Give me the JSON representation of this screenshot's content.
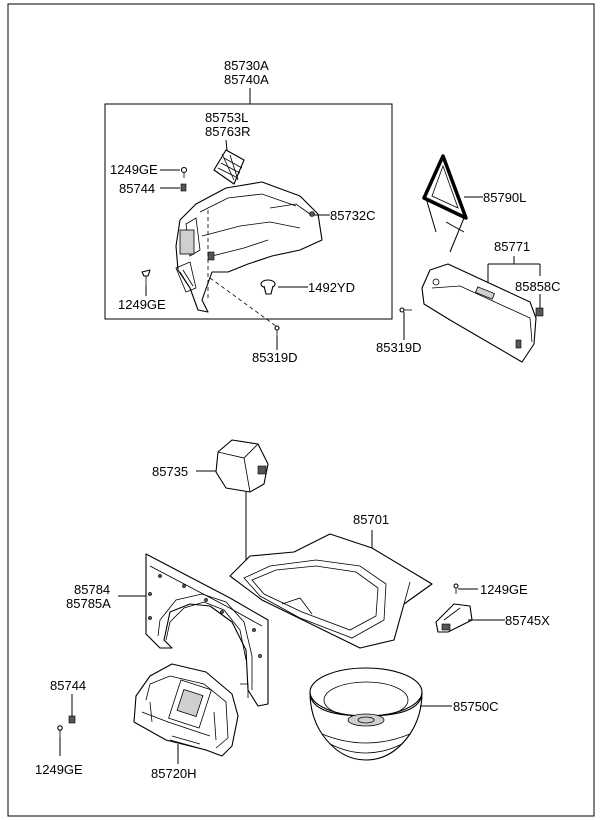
{
  "labels": {
    "l85730A": "85730A",
    "l85740A": "85740A",
    "l85753L": "85753L",
    "l85763R": "85763R",
    "l1249GE_a": "1249GE",
    "l85744_a": "85744",
    "l85732C": "85732C",
    "l1492YD": "1492YD",
    "l1249GE_b": "1249GE",
    "l85319D_a": "85319D",
    "l85790L": "85790L",
    "l85771": "85771",
    "l85858C": "85858C",
    "l85319D_b": "85319D",
    "l85735": "85735",
    "l85701": "85701",
    "l85784": "85784",
    "l85785A": "85785A",
    "l1249GE_c": "1249GE",
    "l85745X": "85745X",
    "l85744_b": "85744",
    "l85750C": "85750C",
    "l1249GE_d": "1249GE",
    "l85720H": "85720H"
  }
}
